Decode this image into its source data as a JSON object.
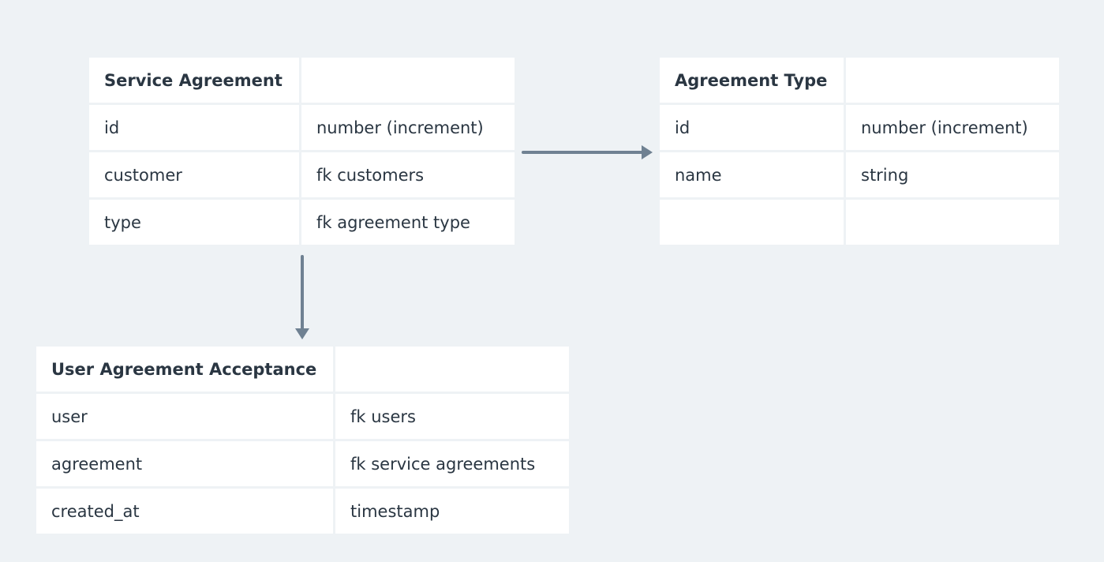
{
  "colors": {
    "background": "#eef2f5",
    "cell": "#ffffff",
    "text": "#2a3642",
    "connector": "#6f8192"
  },
  "entities": [
    {
      "title": "Service Agreement",
      "rows": [
        {
          "field": "id",
          "type": "number (increment)"
        },
        {
          "field": "customer",
          "type": "fk customers"
        },
        {
          "field": "type",
          "type": "fk agreement type"
        }
      ]
    },
    {
      "title": "Agreement Type",
      "rows": [
        {
          "field": "id",
          "type": "number (increment)"
        },
        {
          "field": "name",
          "type": "string"
        },
        {
          "field": "",
          "type": ""
        }
      ]
    },
    {
      "title": "User Agreement Acceptance",
      "rows": [
        {
          "field": "user",
          "type": "fk users"
        },
        {
          "field": "agreement",
          "type": "fk service agreements"
        },
        {
          "field": "created_at",
          "type": "timestamp"
        }
      ]
    }
  ]
}
